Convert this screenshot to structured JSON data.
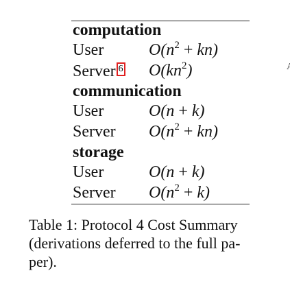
{
  "table": {
    "sections": [
      {
        "heading": "computation",
        "rows": [
          {
            "label": "User",
            "value_html": "O(n<sup>2</sup> <span class=\"up\">+</span> kn)"
          },
          {
            "label": "Server",
            "footnote": "6",
            "value_html": "O(kn<sup>2</sup>)"
          }
        ]
      },
      {
        "heading": "communication",
        "rows": [
          {
            "label": "User",
            "value_html": "O(n <span class=\"up\">+</span> k)"
          },
          {
            "label": "Server",
            "value_html": "O(n<sup>2</sup> <span class=\"up\">+</span> kn)"
          }
        ]
      },
      {
        "heading": "storage",
        "rows": [
          {
            "label": "User",
            "value_html": "O(n <span class=\"up\">+</span> k)"
          },
          {
            "label": "Server",
            "value_html": "O(n<sup>2</sup> <span class=\"up\">+</span> k)"
          }
        ]
      }
    ]
  },
  "caption": {
    "lines": [
      "Table 1: Protocol 4 Cost Summary",
      "(derivations deferred to the full pa-",
      "per)."
    ]
  },
  "margin_glyph": "A"
}
